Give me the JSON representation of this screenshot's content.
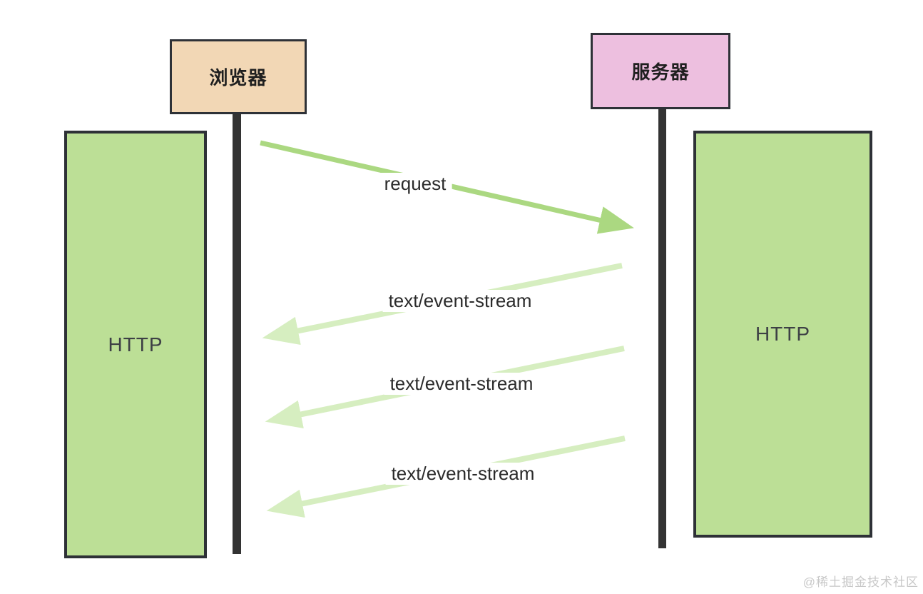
{
  "colors": {
    "browser_box_fill": "#f2d7b5",
    "server_box_fill": "#edbfdf",
    "http_box_fill": "#bcdf96",
    "box_border": "#2e3137",
    "lifeline": "#333333",
    "request_arrow": "#abd881",
    "return_arrow": "#d6eec0",
    "label_text": "#2b2b2b",
    "watermark_text": "#c8c8c8"
  },
  "nodes": {
    "browser": {
      "label": "浏览器"
    },
    "server": {
      "label": "服务器"
    },
    "http_left": {
      "label": "HTTP"
    },
    "http_right": {
      "label": "HTTP"
    }
  },
  "messages": [
    {
      "label": "request",
      "from": "browser",
      "to": "server"
    },
    {
      "label": "text/event-stream",
      "from": "server",
      "to": "browser"
    },
    {
      "label": "text/event-stream",
      "from": "server",
      "to": "browser"
    },
    {
      "label": "text/event-stream",
      "from": "server",
      "to": "browser"
    }
  ],
  "watermark": "@稀土掘金技术社区"
}
